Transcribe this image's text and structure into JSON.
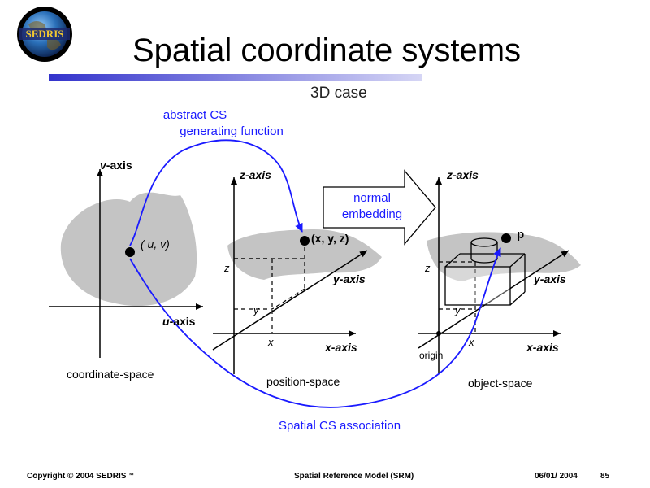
{
  "header": {
    "logo_text": "SEDRIS",
    "title": "Spatial coordinate systems",
    "subtitle": "3D case"
  },
  "diagram": {
    "abstract_cs_line1": "abstract CS",
    "abstract_cs_line2": "generating function",
    "normal_line1": "normal",
    "normal_line2": "embedding",
    "spatial_cs_association": "Spatial CS association",
    "coordinate_space": {
      "caption": "coordinate-space",
      "v_axis_italic": "v",
      "v_axis_rest": "-axis",
      "u_axis_italic": "u",
      "u_axis_rest": "-axis",
      "point_label": "( u,  v)"
    },
    "position_space": {
      "caption": "position-space",
      "z_axis": "z-axis",
      "y_axis": "y-axis",
      "x_axis": "x-axis",
      "point_label": "(x, y, z)",
      "z_mark": "z",
      "y_mark": "y",
      "x_mark": "x"
    },
    "object_space": {
      "caption": "object-space",
      "z_axis": "z-axis",
      "y_axis": "y-axis",
      "x_axis": "x-axis",
      "point_label": "p",
      "z_mark": "z",
      "y_mark": "y",
      "x_mark": "x",
      "origin": "origin"
    },
    "colors": {
      "blue": "#1a1aff",
      "gray": "#c4c4c4",
      "bar_start": "#3333cc",
      "bar_end": "#ccccf2"
    }
  },
  "footer": {
    "copyright": "Copyright © 2004 SEDRIS™",
    "center": "Spatial Reference Model (SRM)",
    "date": "06/01/ 2004",
    "page": "85"
  }
}
